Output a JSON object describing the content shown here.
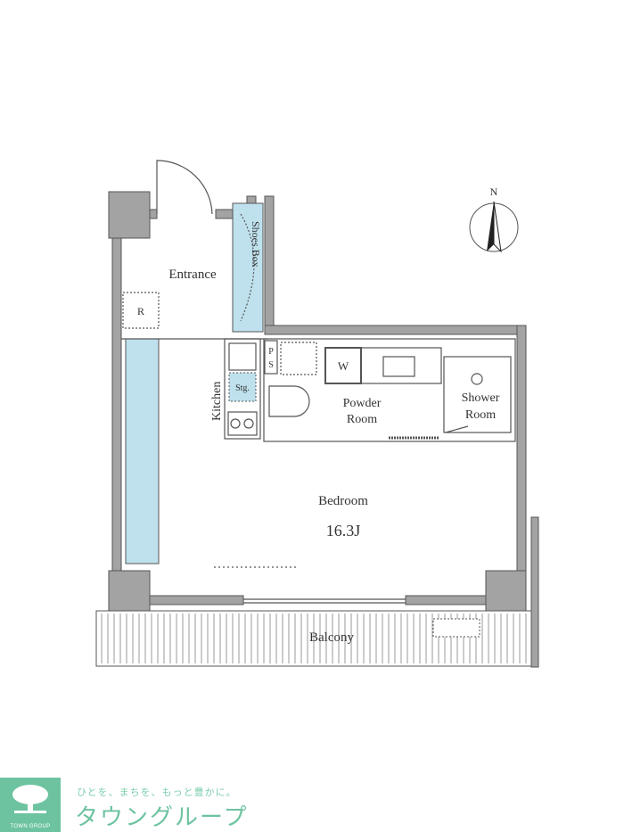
{
  "plan": {
    "compass_label": "N",
    "rooms": {
      "entrance": "Entrance",
      "shoes_box": "Shoes Box",
      "refrigerator": "R",
      "kitchen": "Kitchen",
      "storage": "Stg.",
      "pipe_space_p": "P",
      "pipe_space_s": "S",
      "washer": "W",
      "powder_room_1": "Powder",
      "powder_room_2": "Room",
      "shower_room_1": "Shower",
      "shower_room_2": "Room",
      "bedroom": "Bedroom",
      "bedroom_size": "16.3J",
      "balcony": "Balcony"
    },
    "colors": {
      "wall": "#a3a3a3",
      "storage": "#bfe1ee",
      "line": "#555555"
    }
  },
  "logo": {
    "tagline": "ひとを、まちを、もっと豊かに。",
    "brand": "タウングループ",
    "mark_text": "TOWN GROUP",
    "color": "#6dc3a0"
  }
}
